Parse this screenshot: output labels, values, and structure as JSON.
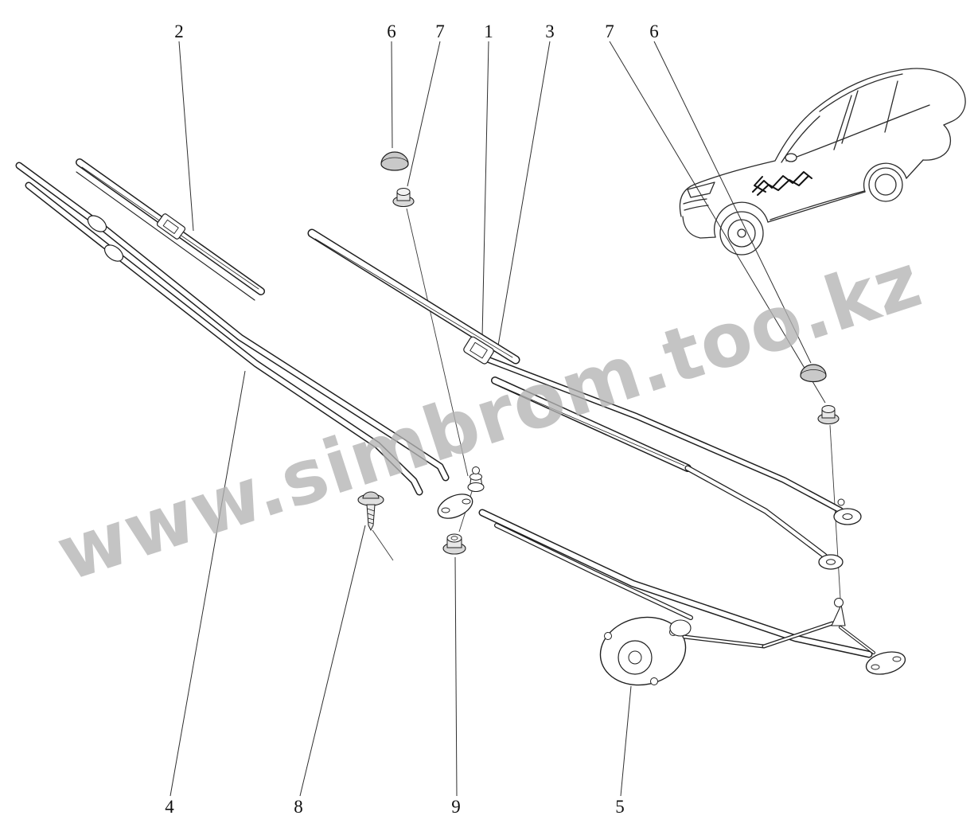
{
  "watermark": {
    "text": "www.simbrom.too.kz"
  },
  "callouts": {
    "top": [
      {
        "label": "2"
      },
      {
        "label": "6"
      },
      {
        "label": "7"
      },
      {
        "label": "1"
      },
      {
        "label": "3"
      },
      {
        "label": "7"
      },
      {
        "label": "6"
      }
    ],
    "bottom": [
      {
        "label": "4"
      },
      {
        "label": "8"
      },
      {
        "label": "9"
      },
      {
        "label": "5"
      }
    ]
  },
  "colors": {
    "background": "#ffffff",
    "line_art": "#1f1f1f",
    "watermark": "#7d7d7d",
    "cap_fill": "#c9c9c9",
    "nut_fill": "#d9d9d9"
  },
  "icons": {
    "car_inset": "sedan-outline-with-wiper-location-scribble"
  }
}
